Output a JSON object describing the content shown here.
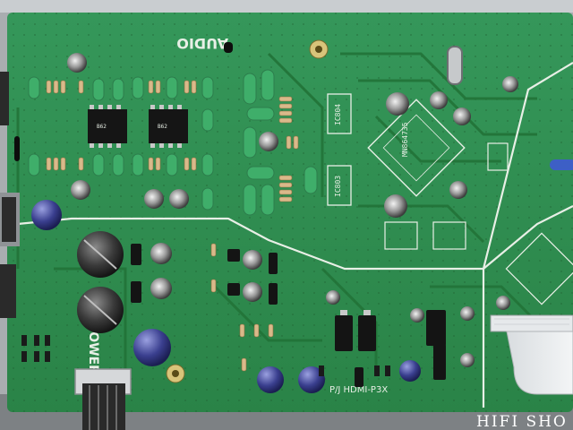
{
  "board": {
    "section_audio_label": "AUDIO",
    "section_power_label": "POWER",
    "connector_label": "P/J HDMI-P3X",
    "ic_labels": [
      "IC803",
      "IC804"
    ],
    "chip_marking": "MN864735",
    "watermark": "HIFI SHO"
  },
  "colors": {
    "pcb": "#2f8f4a",
    "pcb_dark": "#246f39",
    "silkscreen": "#e8efe6",
    "chassis": "#b9bdbf",
    "film_cap": "#3fae6a",
    "electrolytic": "#3a3f8f"
  }
}
